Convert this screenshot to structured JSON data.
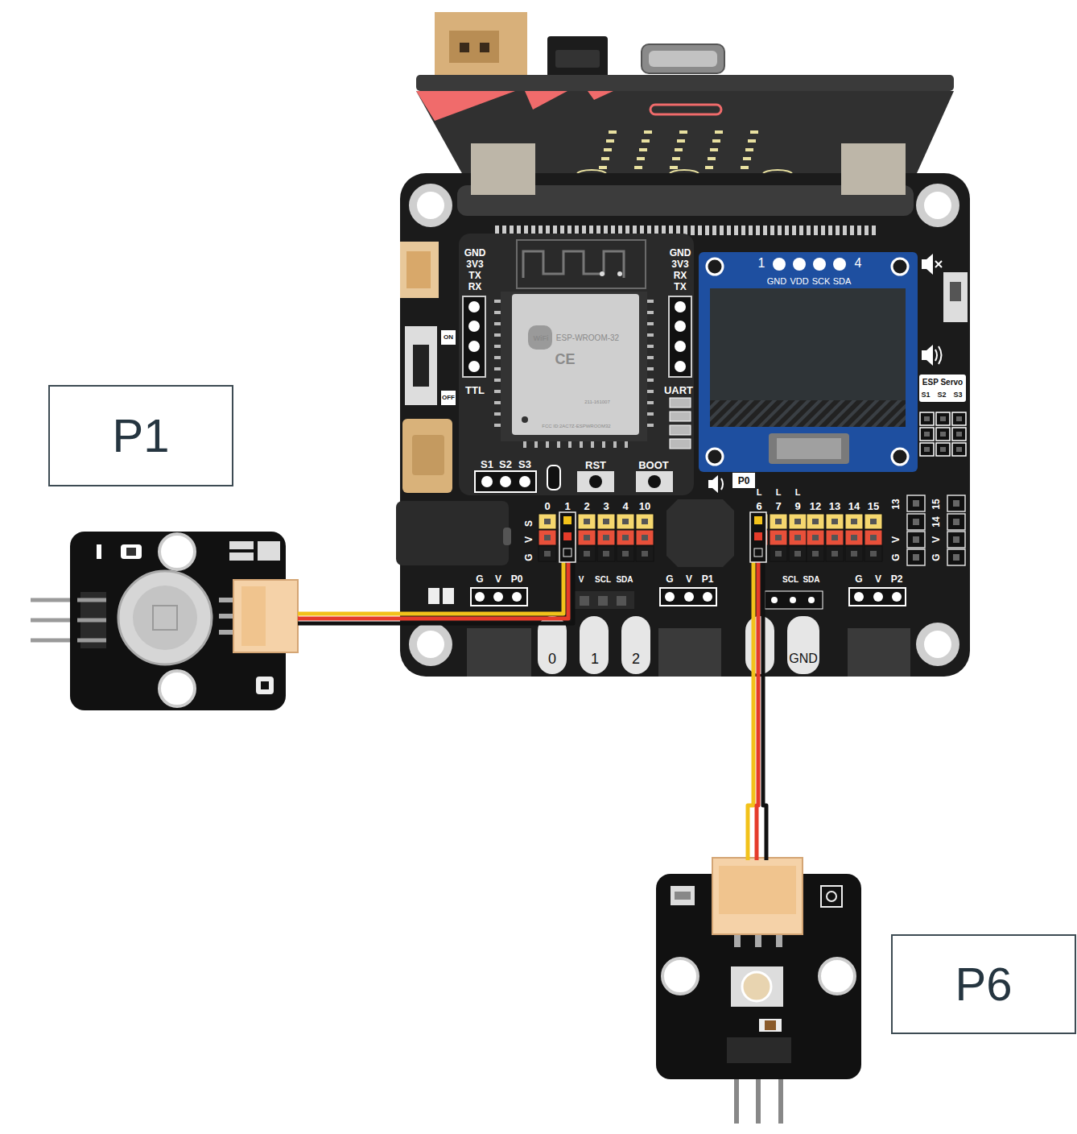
{
  "diagram": {
    "nodes": [
      {
        "text": [
          "P1"
        ]
      },
      {
        "text": [
          "P6"
        ]
      }
    ],
    "labels": [
      "GND",
      "3V3",
      "TX",
      "RX",
      "TTL",
      "GND",
      "3V3",
      "RX",
      "TX",
      "UART",
      "ESP-WROOM-32",
      "WiFi",
      "FCC ID:2AC7Z-ESPWROOM32",
      "211-161007",
      "ON",
      "OFF",
      "S1",
      "S2",
      "S3",
      "RST",
      "BOOT",
      "1",
      "4",
      "GND",
      "VDD",
      "SCK",
      "SDA",
      "ESP Servo",
      "S1",
      "S2",
      "S3",
      "P0",
      "0",
      "1",
      "2",
      "3",
      "4",
      "10",
      "6",
      "7",
      "9",
      "12",
      "13",
      "14",
      "15",
      "L",
      "L",
      "L",
      "G",
      "V",
      "S",
      "13",
      "V",
      "G",
      "15",
      "14",
      "V",
      "G",
      "G",
      "V",
      "P0",
      "V",
      "SCL",
      "SDA",
      "G",
      "V",
      "P1",
      "SCL",
      "SDA",
      "G",
      "V",
      "P2",
      "0",
      "1",
      "2",
      "GND",
      "CE"
    ]
  }
}
